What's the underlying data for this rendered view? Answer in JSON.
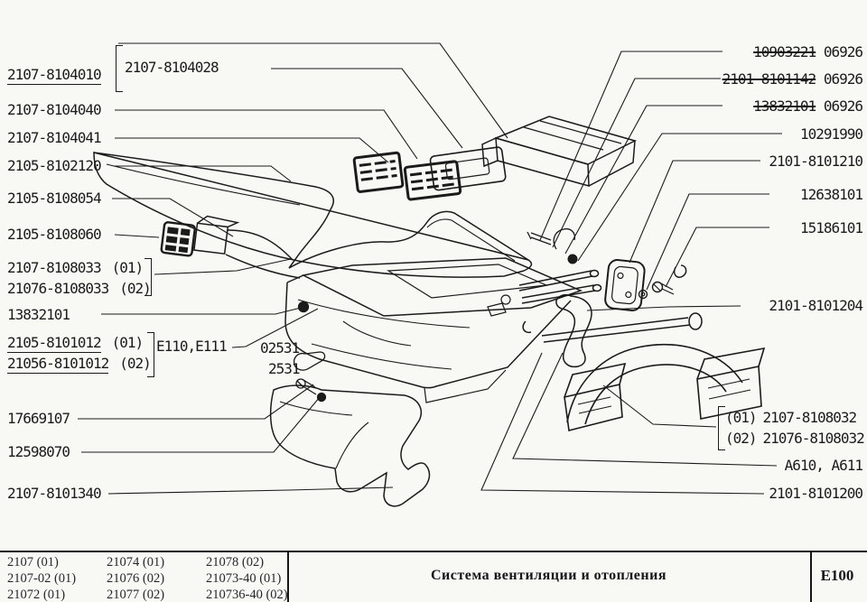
{
  "page": {
    "background": "#f8f8f5",
    "ink": "#1b1b1b"
  },
  "left_labels": [
    {
      "num": "2107-8104010"
    },
    {
      "num": "2107-8104028"
    },
    {
      "num": "2107-8104040"
    },
    {
      "num": "2107-8104041"
    },
    {
      "num": "2105-8102120"
    },
    {
      "num": "2105-8108054"
    },
    {
      "num": "2105-8108060"
    },
    {
      "num": "2107-8108033",
      "suffix": "(01)"
    },
    {
      "num": "21076-8108033",
      "suffix": "(02)"
    },
    {
      "num": "13832101"
    },
    {
      "num": "2105-8101012",
      "suffix": "(01)"
    },
    {
      "num": "21056-8101012",
      "suffix": "(02)"
    },
    {
      "num": "Е110,Е111"
    },
    {
      "num": "02531"
    },
    {
      "num": "2531"
    },
    {
      "num": "17669107"
    },
    {
      "num": "12598070"
    },
    {
      "num": "2107-8101340"
    }
  ],
  "right_labels": [
    {
      "old": "10903221",
      "num": "06926"
    },
    {
      "old": "2101-8101142",
      "num": "06926"
    },
    {
      "old": "13832101",
      "num": "06926"
    },
    {
      "num": "10291990"
    },
    {
      "num": "2101-8101210"
    },
    {
      "num": "12638101"
    },
    {
      "num": "15186101"
    },
    {
      "num": "2101-8101204"
    },
    {
      "prefix": "(01)",
      "num": "2107-8108032"
    },
    {
      "prefix": "(02)",
      "num": "21076-8108032"
    },
    {
      "num": "А610, А611"
    },
    {
      "num": "2101-8101200"
    }
  ],
  "title_block": {
    "models": [
      [
        "2107 (01)",
        "21074 (01)",
        "21078 (02)"
      ],
      [
        "2107-02 (01)",
        "21076 (02)",
        "21073-40 (01)"
      ],
      [
        "21072 (01)",
        "21077 (02)",
        "210736-40 (02)"
      ]
    ],
    "title": "Система вентиляции и отопления",
    "code": "Е100"
  }
}
